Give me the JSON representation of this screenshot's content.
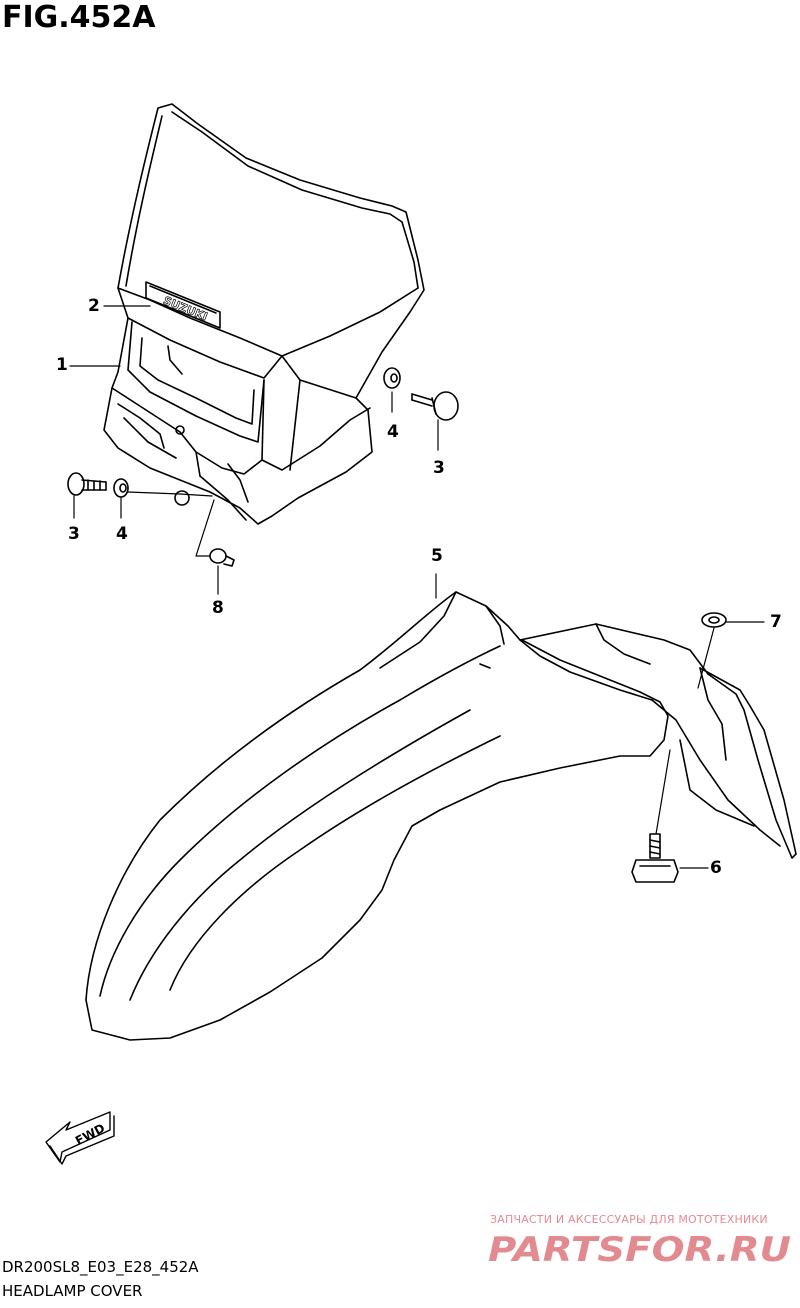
{
  "figure": {
    "title": "FIG.452A",
    "model_code": "DR200SL8_E03_E28_452A",
    "section_name": "HEADLAMP COVER"
  },
  "callouts": {
    "p1": "1",
    "p2": "2",
    "p3a": "3",
    "p3b": "3",
    "p4a": "4",
    "p4b": "4",
    "p5": "5",
    "p6": "6",
    "p7": "7",
    "p8": "8"
  },
  "labels": {
    "brand_emblem": "SUZUKI",
    "direction_arrow": "FWD"
  },
  "watermark": {
    "caption": "ЗАПЧАСТИ И АКСЕССУАРЫ ДЛЯ МОТОТЕХНИКИ",
    "logo_text": "PARTSFOR.RU",
    "color": "#e38a91"
  },
  "colors": {
    "line": "#000000",
    "background": "#ffffff"
  }
}
